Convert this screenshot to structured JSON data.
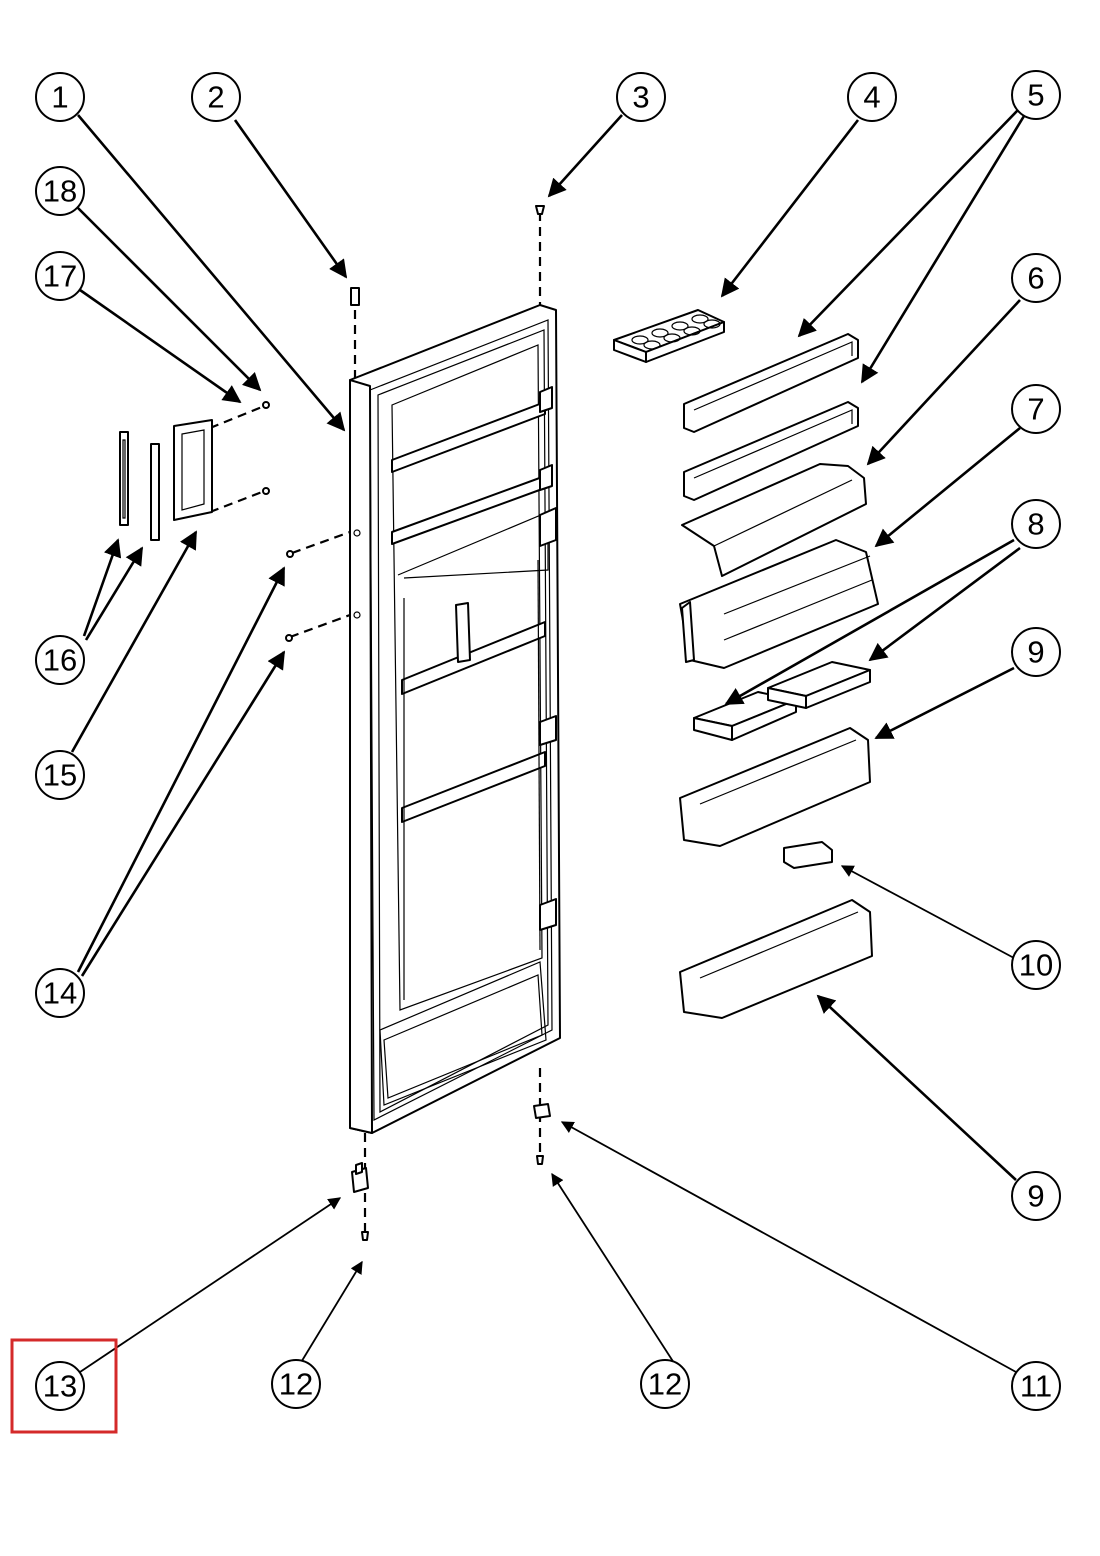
{
  "diagram": {
    "type": "exploded-parts-view",
    "accent_colors": {
      "lines": "#000000",
      "background": "#ffffff",
      "highlight_box": "#d42a2a"
    },
    "highlighted_callout": "13",
    "callouts": [
      {
        "id": "c1",
        "label": "1"
      },
      {
        "id": "c2",
        "label": "2"
      },
      {
        "id": "c3",
        "label": "3"
      },
      {
        "id": "c4",
        "label": "4"
      },
      {
        "id": "c5",
        "label": "5"
      },
      {
        "id": "c6",
        "label": "6"
      },
      {
        "id": "c7",
        "label": "7"
      },
      {
        "id": "c8",
        "label": "8"
      },
      {
        "id": "c9a",
        "label": "9"
      },
      {
        "id": "c9b",
        "label": "9"
      },
      {
        "id": "c10",
        "label": "10"
      },
      {
        "id": "c11",
        "label": "11"
      },
      {
        "id": "c12a",
        "label": "12"
      },
      {
        "id": "c12b",
        "label": "12"
      },
      {
        "id": "c13",
        "label": "13"
      },
      {
        "id": "c14",
        "label": "14"
      },
      {
        "id": "c15",
        "label": "15"
      },
      {
        "id": "c16",
        "label": "16"
      },
      {
        "id": "c17",
        "label": "17"
      },
      {
        "id": "c18",
        "label": "18"
      }
    ]
  }
}
